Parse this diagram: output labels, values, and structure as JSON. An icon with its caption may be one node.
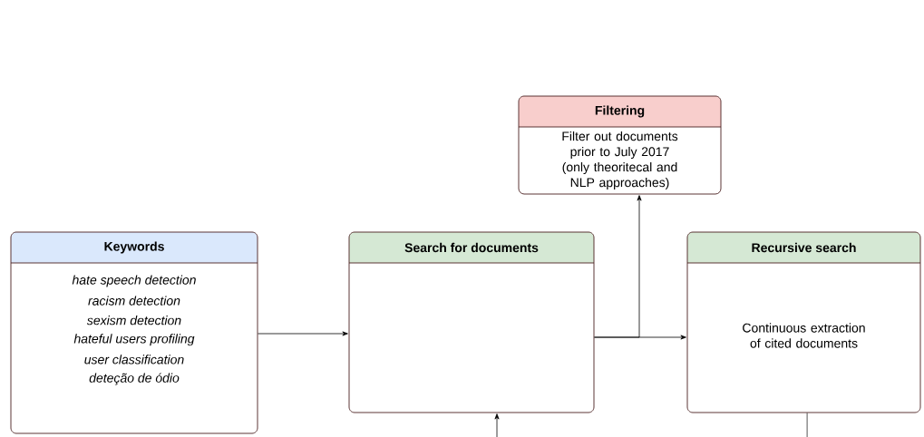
{
  "diagram": {
    "nodes": [
      {
        "text": [
          "Filtering",
          "Filter out documents prior to July 2017 (only theoritecal and NLP approaches)"
        ]
      },
      {
        "text": [
          "Keywords",
          "hate speech detection",
          "racism detection",
          "sexism detection",
          "hateful users profiling",
          "user classification",
          "deteção de ódio"
        ]
      },
      {
        "text": [
          "Search for documents"
        ]
      },
      {
        "text": [
          "Recursive search",
          "Continuous extraction of cited documents"
        ]
      }
    ],
    "edges": [
      {
        "from": 1,
        "to": 2,
        "arrow": "to"
      },
      {
        "from": 2,
        "to": 0,
        "arrow": "to"
      },
      {
        "from": 2,
        "to": 3,
        "arrow": "to"
      },
      {
        "from": null,
        "to": 2,
        "arrow": "to"
      },
      {
        "from": 3,
        "to": null,
        "arrow": "none"
      }
    ]
  }
}
